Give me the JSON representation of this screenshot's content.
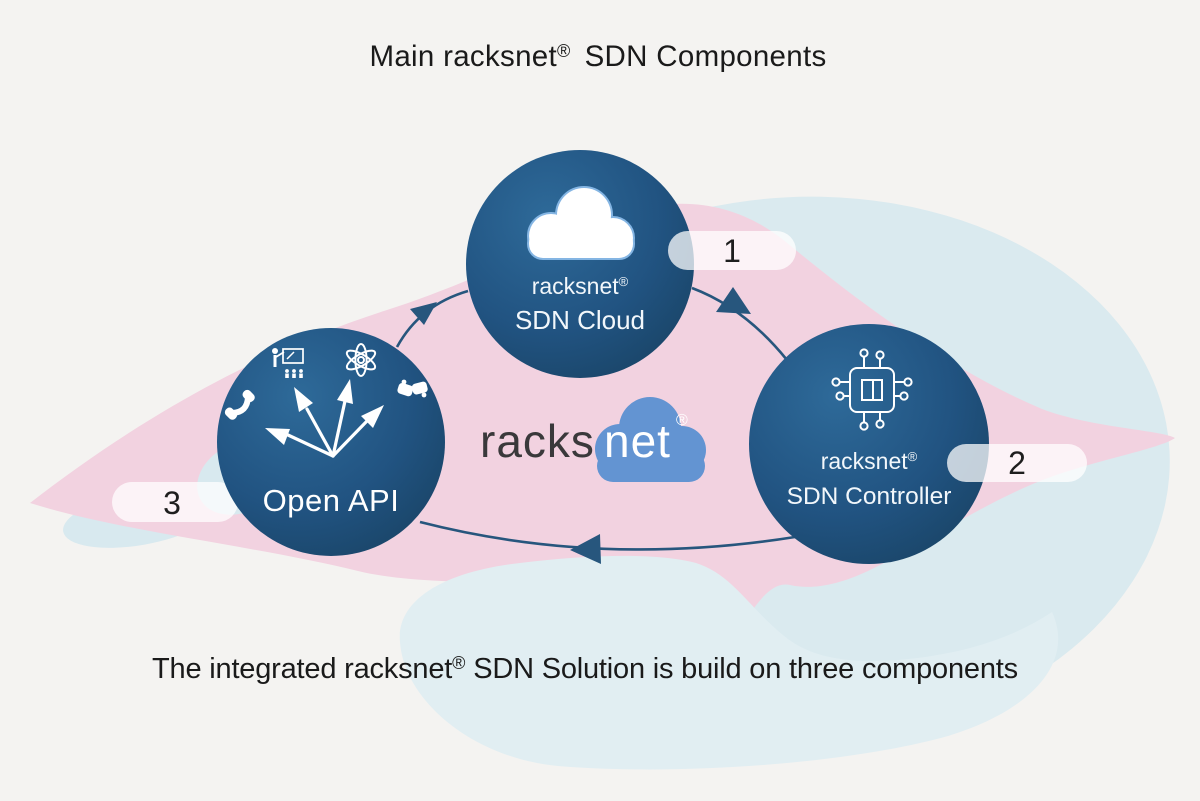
{
  "title": {
    "part1": "Main racksnet",
    "reg": "®",
    "part2": "SDN Components"
  },
  "footer": {
    "part1": "The integrated racksnet",
    "reg": "®",
    "part2": "SDN Solution is build on three components"
  },
  "logo": {
    "word1": "racks",
    "word2": "net",
    "reg": "®"
  },
  "nodes": {
    "cloud": {
      "brand": "racksnet",
      "reg": "®",
      "name": "SDN Cloud",
      "badge": "1"
    },
    "controller": {
      "brand": "racksnet",
      "reg": "®",
      "name": "SDN Controller",
      "badge": "2"
    },
    "openapi": {
      "name": "Open API",
      "badge": "3"
    }
  },
  "icons": {
    "cloud": "cloud-icon",
    "controller": "chip-icon",
    "openapi": [
      "presentation-icon",
      "atom-icon",
      "handshake-icon",
      "phone-icon",
      "fan-arrows-icon"
    ],
    "cycle": [
      "cycle-arrow-left",
      "cycle-arrow-right",
      "cycle-arrow-bottom"
    ]
  },
  "colors": {
    "background": "#f4f3f1",
    "blob_pink": "#f2d2e0",
    "blob_blue": "#daeaef",
    "blob_blue_light": "#e1eef2",
    "node_dark": "#1c4a72",
    "node_light": "#2e6a99",
    "arrow_navy": "#27567d",
    "logo_cloud_blue": "#6394d2",
    "badge_fill": "#ffffff",
    "text_dark": "#1a1a1a",
    "text_white": "#ffffff"
  }
}
